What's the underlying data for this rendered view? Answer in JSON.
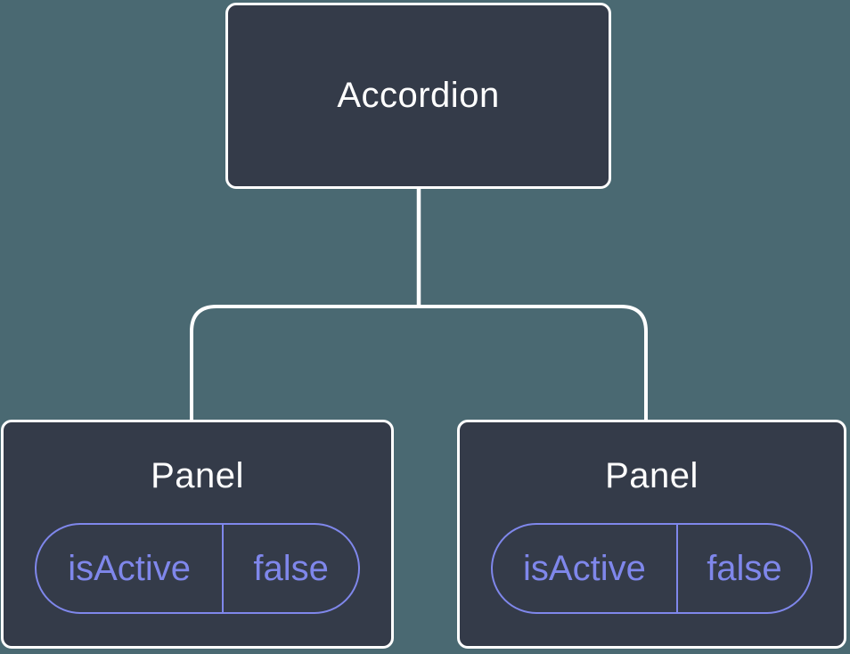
{
  "diagram": {
    "type": "component-tree",
    "root": {
      "label": "Accordion"
    },
    "panels": [
      {
        "title": "Panel",
        "prop": {
          "name": "isActive",
          "value": "false"
        }
      },
      {
        "title": "Panel",
        "prop": {
          "name": "isActive",
          "value": "false"
        }
      }
    ],
    "colors": {
      "background": "#4A6972",
      "node_fill": "#343B49",
      "node_border": "#FFFFFF",
      "connector": "#FFFFFF",
      "title_text": "#FFFFFF",
      "prop_accent": "#7F87EB"
    }
  }
}
